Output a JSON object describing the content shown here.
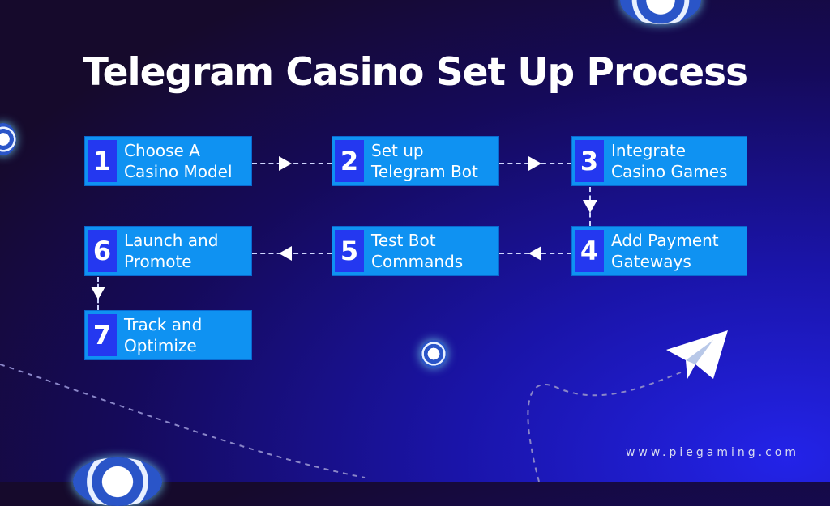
{
  "title": "Telegram Casino Set Up Process",
  "steps": [
    {
      "number": "1",
      "label": "Choose A\nCasino Model"
    },
    {
      "number": "2",
      "label": "Set up\nTelegram Bot"
    },
    {
      "number": "3",
      "label": "Integrate\nCasino Games"
    },
    {
      "number": "4",
      "label": "Add Payment\nGateways"
    },
    {
      "number": "5",
      "label": "Test Bot\nCommands"
    },
    {
      "number": "6",
      "label": "Launch and\nPromote"
    },
    {
      "number": "7",
      "label": "Track and\nOptimize"
    }
  ],
  "website": "www.piegaming.com"
}
